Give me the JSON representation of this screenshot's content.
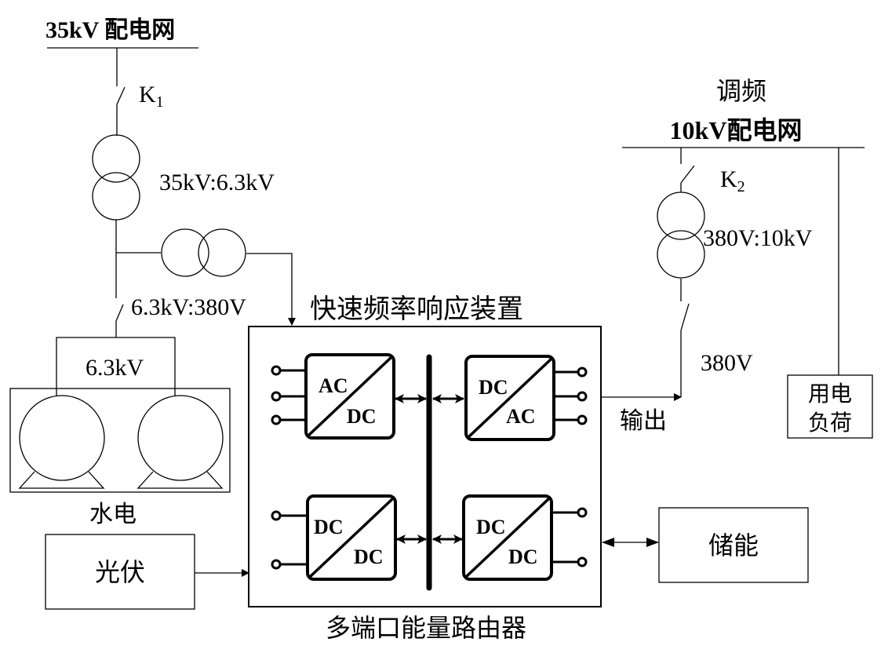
{
  "diagram": {
    "grid_35kv": {
      "label": "35kV 配电网"
    },
    "switch_k1": {
      "label": "K",
      "subscript": "1"
    },
    "transformer_main": {
      "ratio": "35kV:6.3kV"
    },
    "transformer_aux": {
      "ratio": "6.3kV:380V"
    },
    "hydro_bus": {
      "label": "6.3kV"
    },
    "hydro": {
      "label": "水电"
    },
    "pv": {
      "label": "光伏"
    },
    "device": {
      "title": "快速频率响应装置",
      "caption": "多端口能量路由器",
      "converters": [
        {
          "id": "ac-dc",
          "top": "AC",
          "bottom": "DC",
          "ports": 3
        },
        {
          "id": "dc-ac",
          "top": "DC",
          "bottom": "AC",
          "ports": 3
        },
        {
          "id": "dc-dc-left",
          "top": "DC",
          "bottom": "DC",
          "ports": 2
        },
        {
          "id": "dc-dc-right",
          "top": "DC",
          "bottom": "DC",
          "ports": 2
        }
      ]
    },
    "output": {
      "label": "输出"
    },
    "output_voltage": {
      "label": "380V"
    },
    "switch_k2": {
      "label": "K",
      "subscript": "2"
    },
    "transformer_out": {
      "ratio": "380V:10kV"
    },
    "grid_10kv": {
      "title_line1": "调频",
      "label": "10kV配电网"
    },
    "load": {
      "line1": "用电",
      "line2": "负荷"
    },
    "storage": {
      "label": "储能"
    }
  }
}
